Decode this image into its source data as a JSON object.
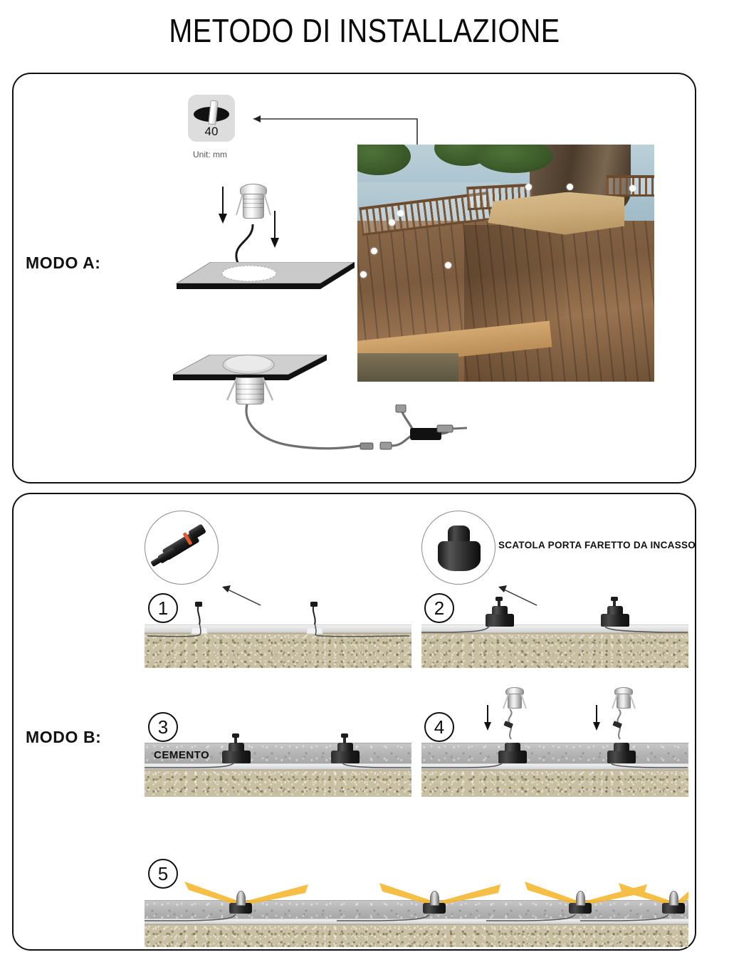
{
  "title": "METODO DI INSTALLAZIONE",
  "modo_a": {
    "label": "MODO A:",
    "spec": {
      "icon_name": "drill-hole-icon",
      "diameter": "40",
      "unit_note": "Unit: mm"
    },
    "photo": {
      "name": "wooden-deck-photo",
      "led_dot_count": 8
    },
    "fixture_name": "recessed-led-spotlight",
    "junction_name": "cable-t-splitter"
  },
  "modo_b": {
    "label": "MODO B:",
    "steps": [
      {
        "number": "1",
        "inset_name": "waterproof-connector-inset",
        "caption": ""
      },
      {
        "number": "2",
        "inset_name": "recessed-box-inset",
        "caption": "SCATOLA PORTA FARETTO DA INCASSO"
      },
      {
        "number": "3",
        "layer_label": "CEMENTO",
        "caption": ""
      },
      {
        "number": "4",
        "inset_name": "",
        "caption": ""
      },
      {
        "number": "5",
        "inset_name": "",
        "caption": ""
      }
    ]
  },
  "colors": {
    "border": "#111111",
    "accent_orange": "#e2582c",
    "beam_yellow": "#f5b731",
    "cement_gray": "#b9b9b9",
    "gravel_tan": "#c9bfa2",
    "spec_panel_gray": "#dddddd"
  }
}
